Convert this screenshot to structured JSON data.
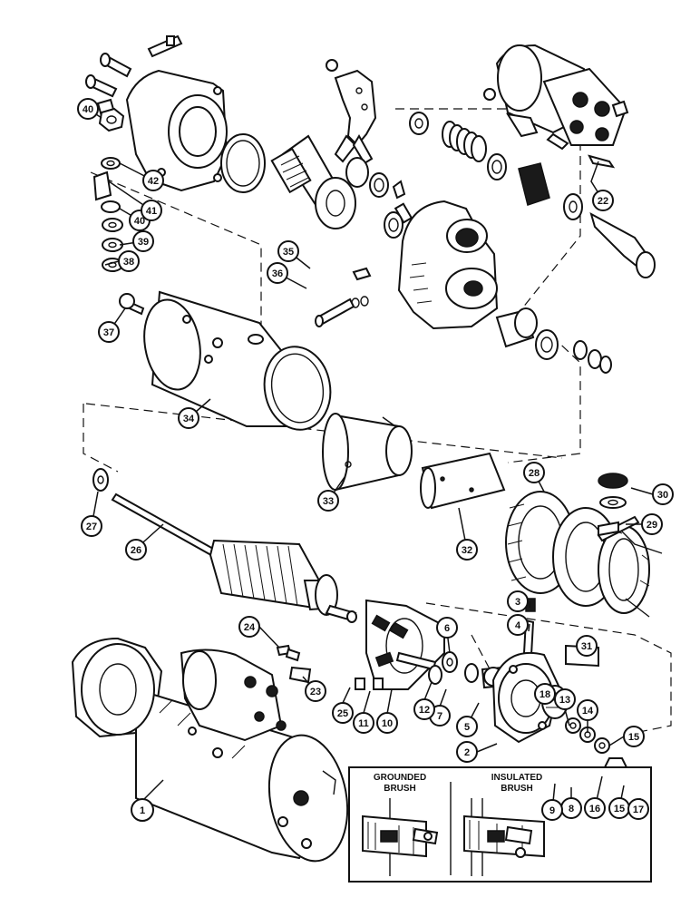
{
  "callouts": [
    "1",
    "2",
    "3",
    "4",
    "5",
    "6",
    "7",
    "8",
    "9",
    "10",
    "11",
    "12",
    "13",
    "14",
    "15",
    "16",
    "17",
    "18",
    "22",
    "23",
    "24",
    "25",
    "26",
    "27",
    "28",
    "29",
    "30",
    "31",
    "32",
    "33",
    "34",
    "35",
    "36",
    "37",
    "38",
    "39",
    "40",
    "41",
    "42"
  ],
  "inset": {
    "grounded_line1": "GROUNDED",
    "grounded_line2": "BRUSH",
    "insulated_line1": "INSULATED",
    "insulated_line2": "BRUSH"
  }
}
